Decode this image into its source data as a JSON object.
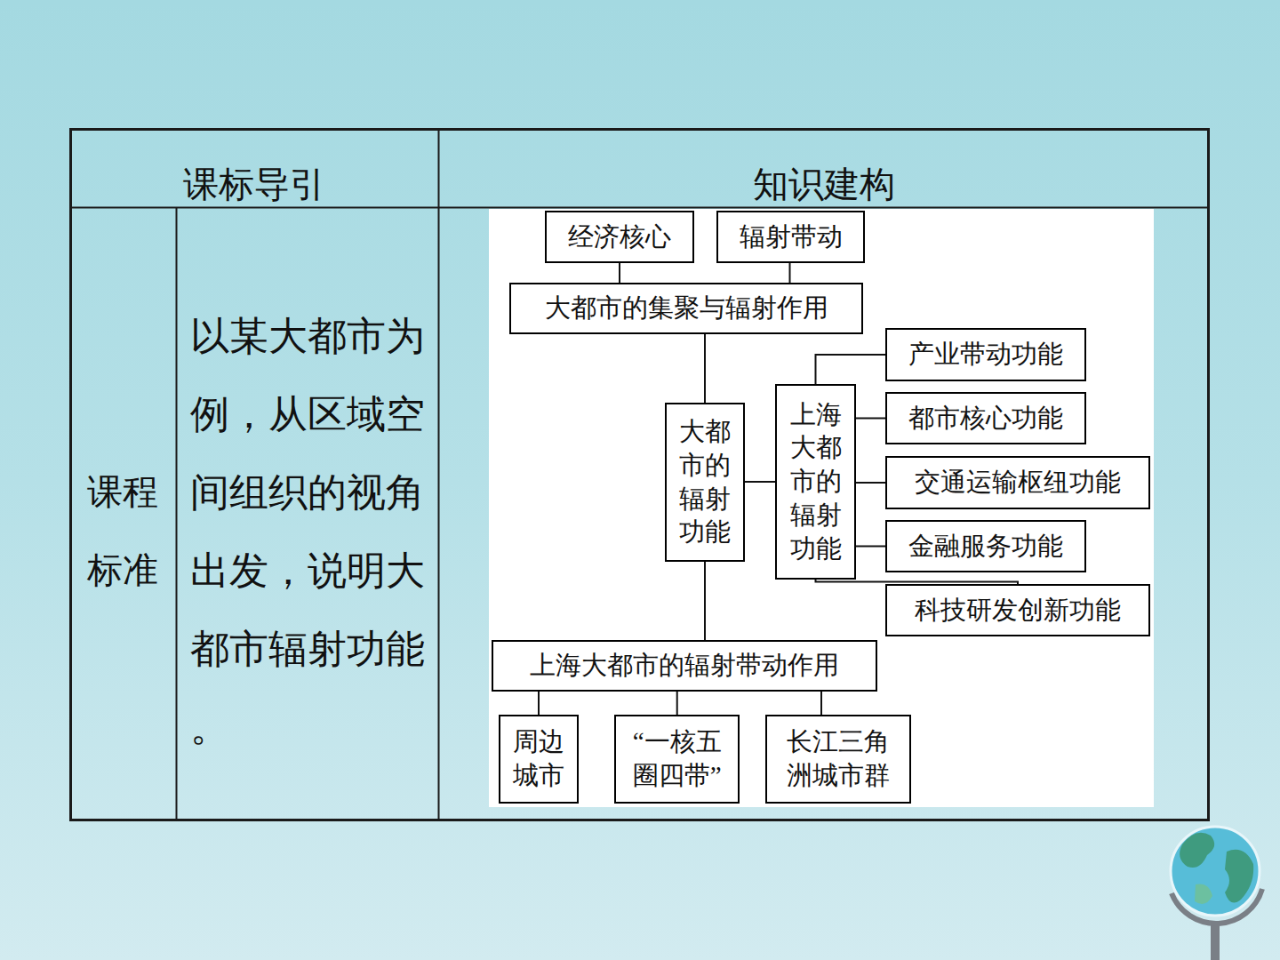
{
  "diagram": {
    "nodes": [
      {
        "text": [
          "经济核心"
        ]
      },
      {
        "text": [
          "辐射带动"
        ]
      },
      {
        "text": [
          "大都市的集聚与辐射作用"
        ]
      },
      {
        "text": [
          "大都市的辐射功能"
        ]
      },
      {
        "text": [
          "上海大都市的辐射功能"
        ]
      },
      {
        "text": [
          "产业带动功能"
        ]
      },
      {
        "text": [
          "都市核心功能"
        ]
      },
      {
        "text": [
          "交通运输枢纽功能"
        ]
      },
      {
        "text": [
          "金融服务功能"
        ]
      },
      {
        "text": [
          "科技研发创新功能"
        ]
      },
      {
        "text": [
          "上海大都市的辐射带动作用"
        ]
      },
      {
        "text": [
          "周边城市"
        ]
      },
      {
        "text": [
          "“一核五圈四带”"
        ]
      },
      {
        "text": [
          "长江三角洲城市群"
        ]
      }
    ],
    "edges": [
      {
        "from": 0,
        "to": 2,
        "arrow": "none"
      },
      {
        "from": 1,
        "to": 2,
        "arrow": "none"
      },
      {
        "from": 2,
        "to": 3,
        "arrow": "none"
      },
      {
        "from": 3,
        "to": 4,
        "arrow": "none"
      },
      {
        "from": 4,
        "to": 5,
        "arrow": "none"
      },
      {
        "from": 4,
        "to": 6,
        "arrow": "none"
      },
      {
        "from": 4,
        "to": 7,
        "arrow": "none"
      },
      {
        "from": 4,
        "to": 8,
        "arrow": "none"
      },
      {
        "from": 4,
        "to": 9,
        "arrow": "none"
      },
      {
        "from": 3,
        "to": 10,
        "arrow": "none"
      },
      {
        "from": 10,
        "to": 11,
        "arrow": "none"
      },
      {
        "from": 10,
        "to": 12,
        "arrow": "none"
      },
      {
        "from": 10,
        "to": 13,
        "arrow": "none"
      }
    ],
    "labels": [
      "课标导引",
      "知识建构",
      "课程标准",
      "以某大都市为例，从区域空间组织的视角出发，说明大都市辐射功能。"
    ]
  }
}
